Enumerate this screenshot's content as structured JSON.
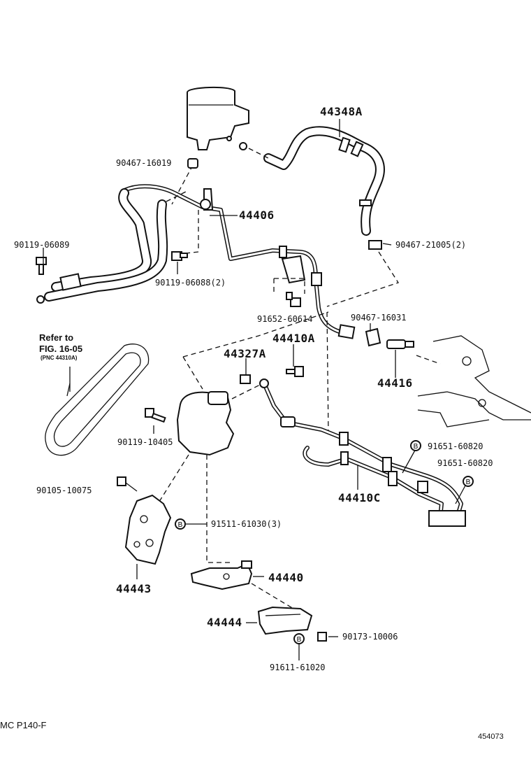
{
  "labels": {
    "reservoir_hose": "44348A",
    "clip_16019": "90467-16019",
    "return_tube": "44406",
    "bolt_06089": "90119-06089",
    "bolt_06088": "90119-06088(2)",
    "clip_21005": "90467-21005(2)",
    "bolt_60614": "91652-60614",
    "clip_16031": "90467-16031",
    "hose_44410a": "44410A",
    "gasket_44327a": "44327A",
    "union_44416": "44416",
    "bolt_10405": "90119-10405",
    "bolt_60820_a": "91651-60820",
    "bolt_60820_b": "91651-60820",
    "bolt_10075": "90105-10075",
    "bolt_61030": "91511-61030(3)",
    "tube_44410c": "44410C",
    "bracket_44443": "44443",
    "bracket_44440": "44440",
    "plate_44444": "44444",
    "nut_10006": "90173-10006",
    "bolt_61020": "91611-61020"
  },
  "bolt_marker": "B",
  "belt_reference": {
    "line1": "Refer to",
    "line2": "FIG. 16-05",
    "line3": "(PNC 44310A)"
  },
  "footer": {
    "model_code": "MC P140-F",
    "figure_number": "454073"
  }
}
